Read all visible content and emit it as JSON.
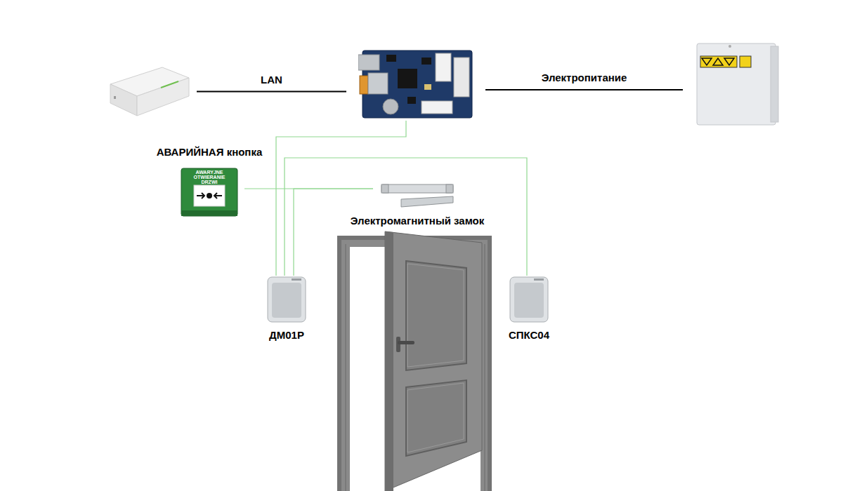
{
  "diagram": {
    "nodes": [
      {
        "text": []
      },
      {
        "text": []
      },
      {
        "text": []
      },
      {
        "text": [
          "АВАРИЙНАЯ кнопка",
          "AWARYJNE OTWIERANIE DRZWI"
        ]
      },
      {
        "text": [
          "Электромагнитный замок"
        ]
      },
      {
        "text": [
          "ДМ01Р"
        ]
      },
      {
        "text": [
          "СПКС04"
        ]
      }
    ],
    "edges": [
      {
        "from": 0,
        "to": 1,
        "arrow": "none",
        "label": "LAN"
      },
      {
        "from": 1,
        "to": 2,
        "arrow": "none",
        "label": "Электропитание"
      },
      {
        "from": 1,
        "to": 5,
        "arrow": "none"
      },
      {
        "from": 5,
        "to": 6,
        "arrow": "none"
      },
      {
        "from": 3,
        "to": 4,
        "arrow": "none"
      },
      {
        "from": 5,
        "to": 4,
        "arrow": "none"
      }
    ]
  }
}
